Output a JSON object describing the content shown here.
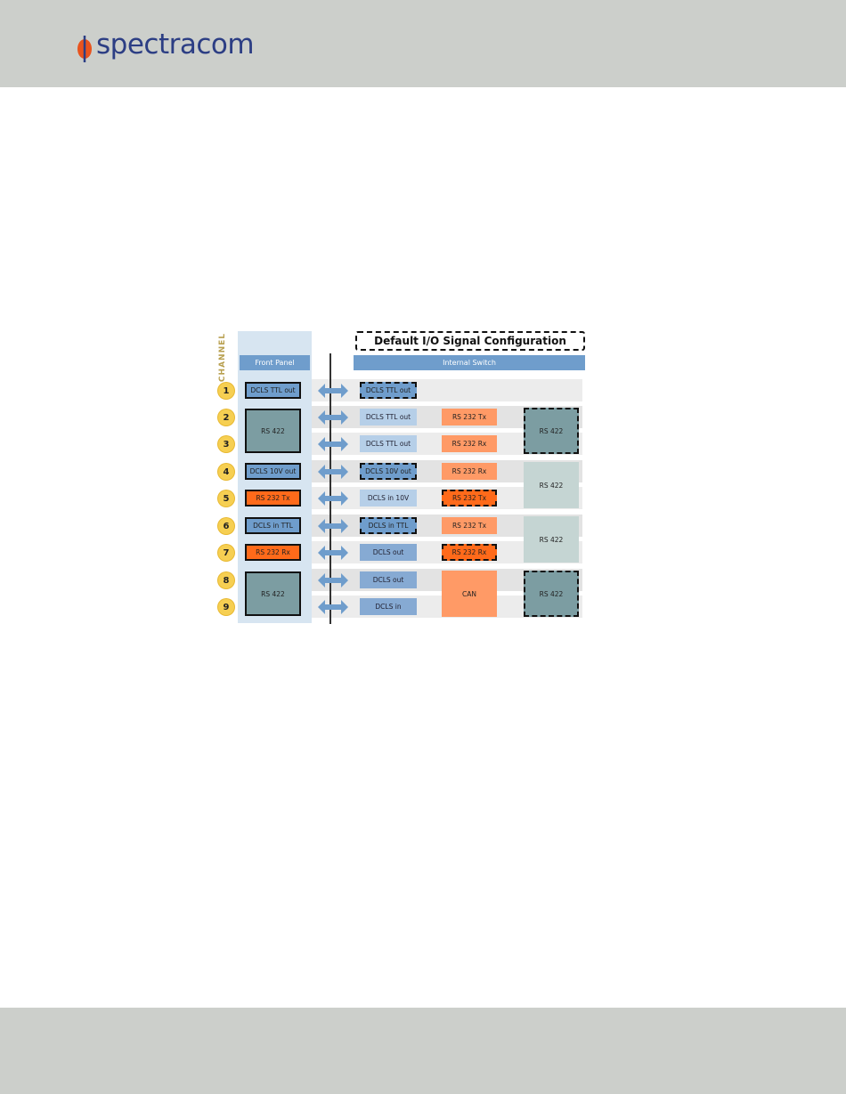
{
  "header": {
    "logo_text": "spectracom"
  },
  "diagram": {
    "channel_label": "CHANNEL",
    "title": "Default I/O Signal Configuration",
    "front_panel_label": "Front Panel",
    "internal_switch_label": "Internal Switch",
    "channels": [
      "1",
      "2",
      "3",
      "4",
      "5",
      "6",
      "7",
      "8",
      "9"
    ],
    "front_panel": [
      {
        "label": "DCLS TTL out"
      },
      {
        "label": "RS 422"
      },
      {
        "label": "DCLS 10V out"
      },
      {
        "label": "RS 232 Tx"
      },
      {
        "label": "DCLS in TTL"
      },
      {
        "label": "RS 232 Rx"
      },
      {
        "label": "RS 422"
      }
    ],
    "switch_col1": [
      "DCLS TTL out",
      "DCLS TTL out",
      "DCLS TTL out",
      "DCLS 10V out",
      "DCLS in 10V",
      "DCLS in TTL",
      "DCLS out",
      "DCLS out",
      "DCLS in"
    ],
    "switch_col2": [
      "RS 232 Tx",
      "RS 232 Rx",
      "RS 232 Rx",
      "RS 232 Tx",
      "RS 232 Tx",
      "RS 232 Rx",
      "CAN"
    ],
    "switch_col3": [
      "RS 422",
      "RS 422",
      "RS 422",
      "RS 422"
    ]
  },
  "colors": {
    "header_bg": "#cccfcb",
    "logo_blue": "#2c3e84",
    "logo_orange": "#e8541e",
    "front_panel_blue": "#6f9dcc",
    "rs232_orange": "#ff6a1a",
    "rs422_gray": "#7c9da2",
    "badge_yellow": "#f6cf52"
  }
}
